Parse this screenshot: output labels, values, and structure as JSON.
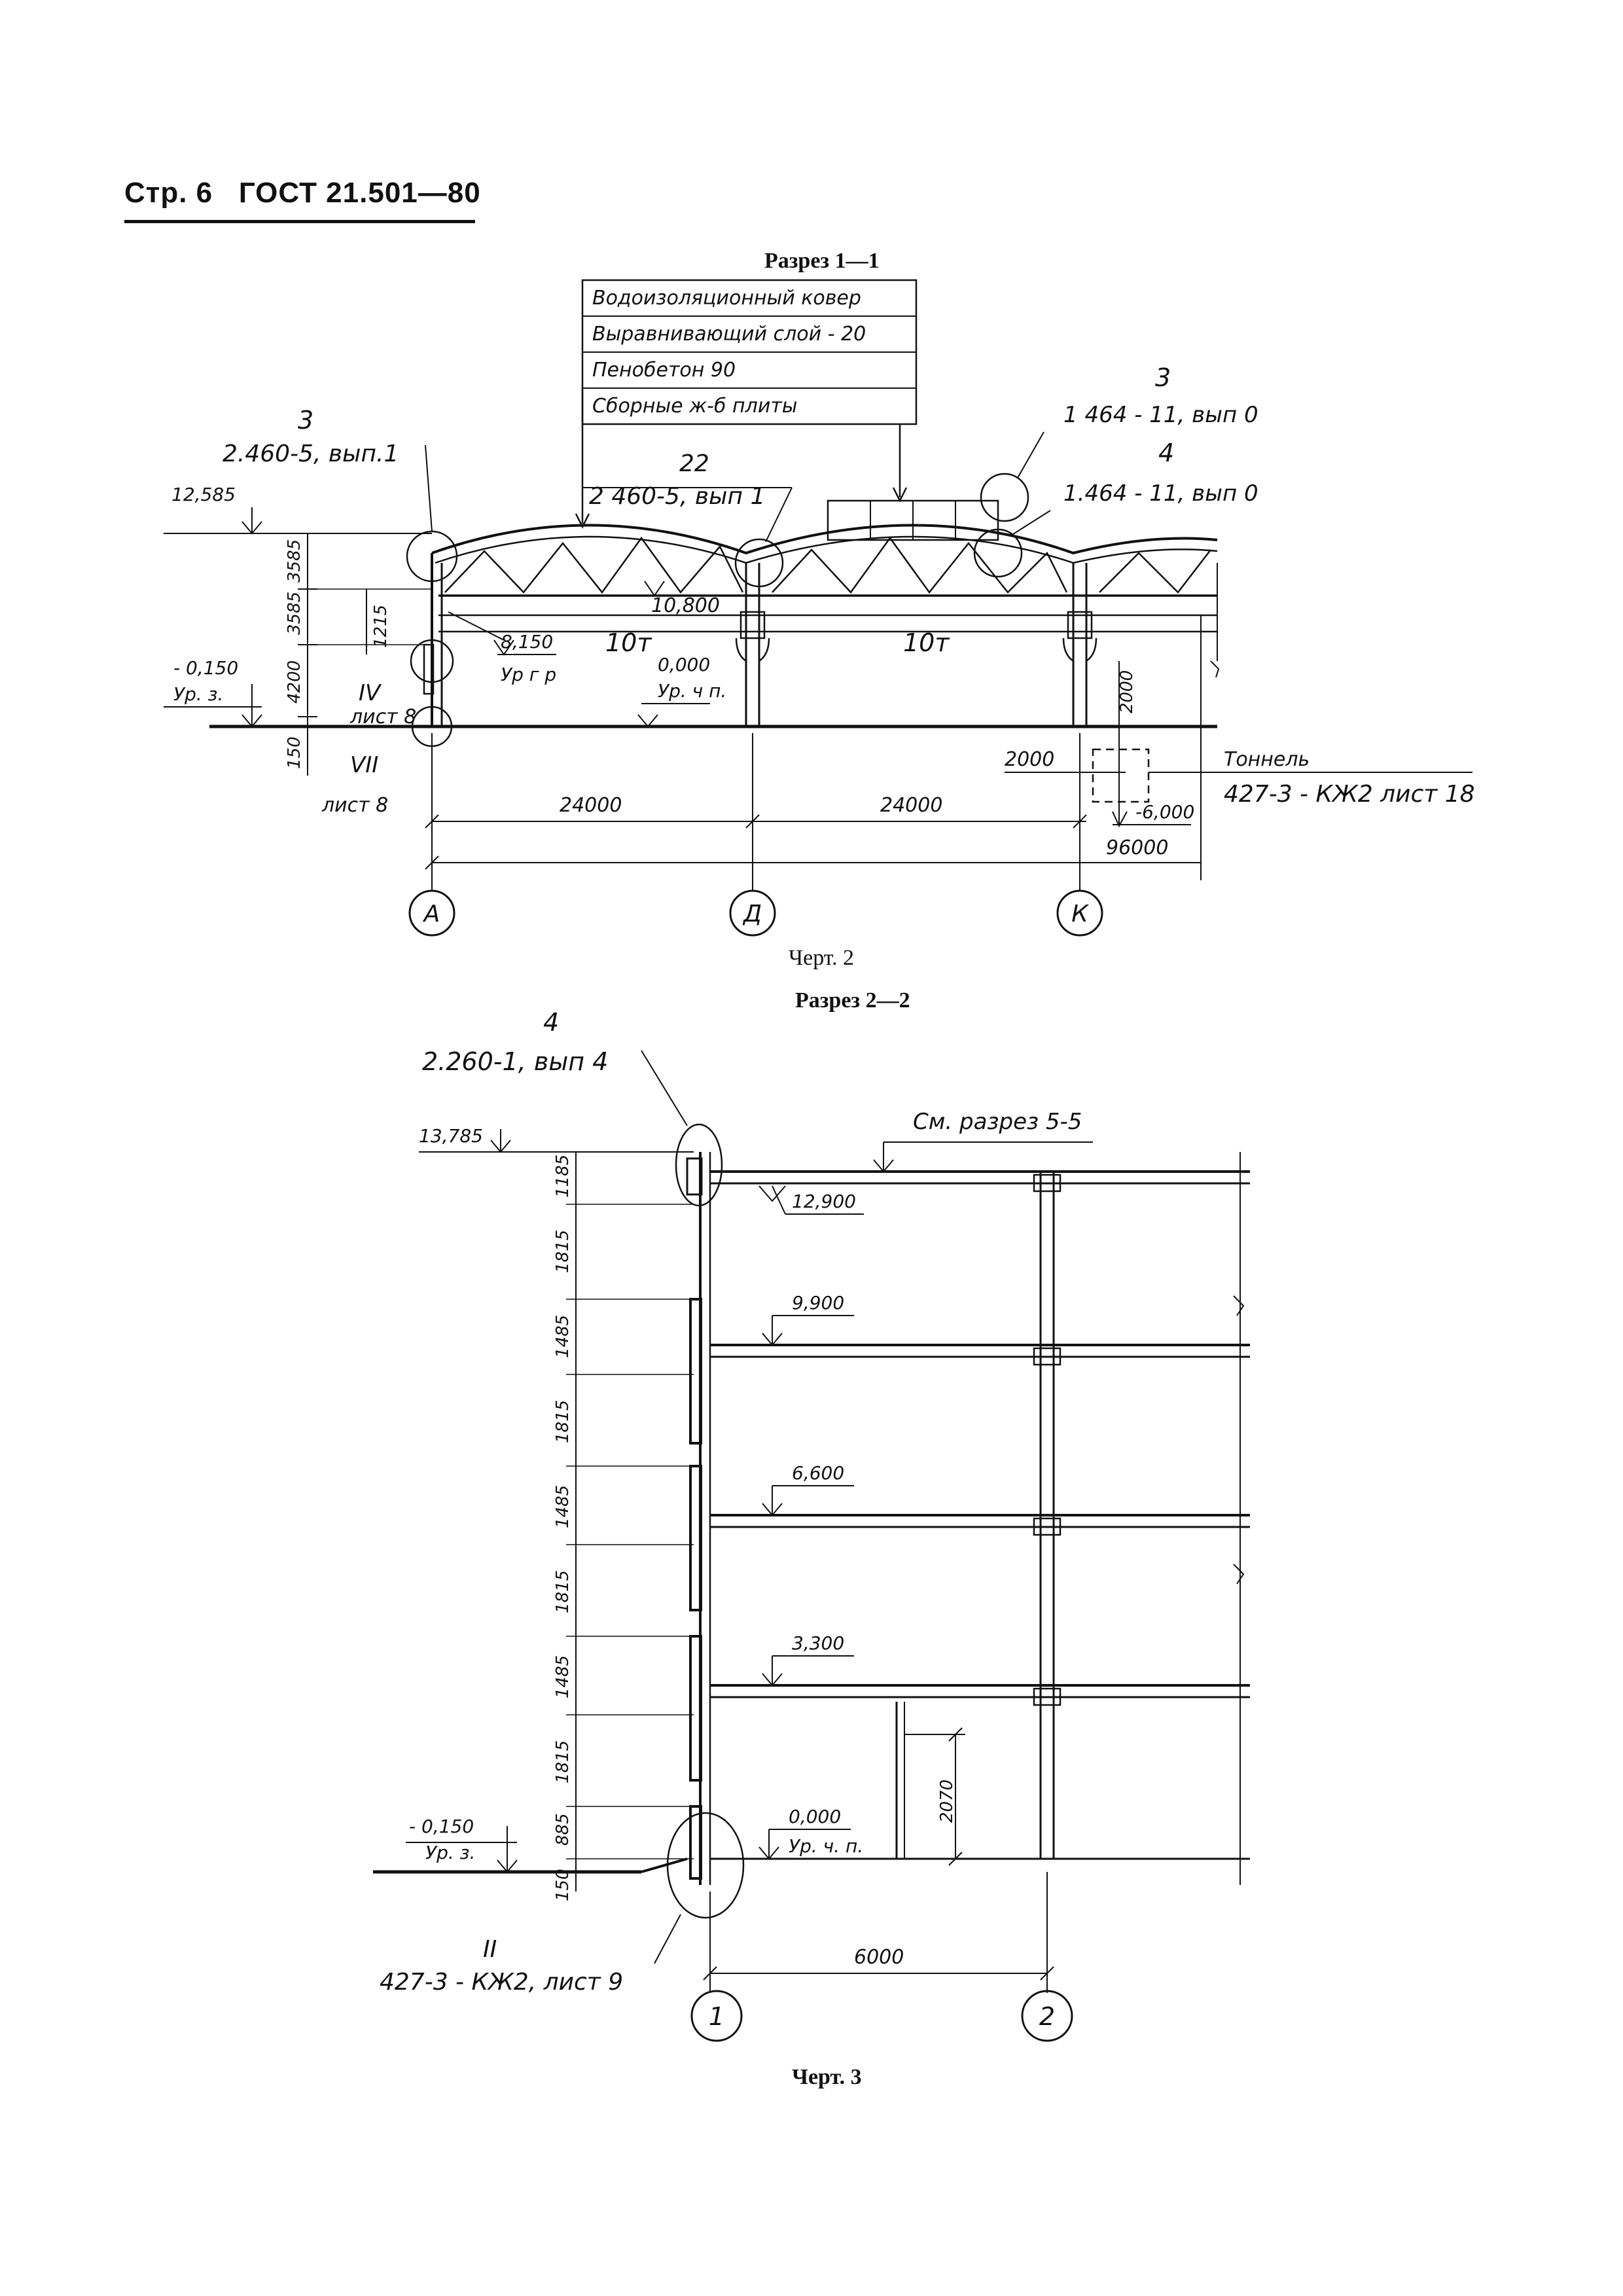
{
  "header": {
    "page": "Стр. 6",
    "standard": "ГОСТ 21.501—80"
  },
  "figure2": {
    "section_title": "Разрез 1—1",
    "caption": "Черт. 2",
    "roof_layers": [
      "Водоизоляционный ковер",
      "Выравнивающий слой - 20",
      "Пенобетон 90",
      "Сборные ж-б плиты"
    ],
    "callouts": {
      "c3_left_num": "3",
      "c3_left_ref": "2.460-5, вып.1",
      "c22_num": "22",
      "c22_ref": "2 460-5, вып 1",
      "c3_right_num": "3",
      "c3_right_ref": "1 464 - 11, вып 0",
      "c4_num": "4",
      "c4_ref": "1.464 - 11, вып 0"
    },
    "levels": {
      "roof": "12,585",
      "ground": "- 0,150",
      "ground_label": "Ур. з.",
      "crane_rail": "10,800",
      "crane": "8,150",
      "crane_label": "Ур г р",
      "floor": "0,000",
      "floor_label": "Ур. ч п.",
      "tunnel": "-6,000"
    },
    "dims_vertical": [
      "3585",
      "3585",
      "4200",
      "150",
      "1215",
      "2000"
    ],
    "dims_horizontal": [
      "24000",
      "24000",
      "96000",
      "2000"
    ],
    "cranes": [
      "10т",
      "10т"
    ],
    "nodes": {
      "iv_num": "IV",
      "iv_sheet": "лист 8",
      "vii_num": "VII",
      "vii_sheet": "лист 8"
    },
    "tunnel": {
      "label": "Тоннель",
      "ref": "427-3 - КЖ2 лист 18"
    },
    "axes": [
      "А",
      "Д",
      "К"
    ]
  },
  "figure3": {
    "section_title": "Разрез 2—2",
    "caption": "Черт. 3",
    "callout_top": {
      "num": "4",
      "ref": "2.260-1, вып 4"
    },
    "see_section": "См. разрез 5-5",
    "levels": {
      "top": "13,785",
      "l1": "12,900",
      "l2": "9,900",
      "l3": "6,600",
      "l4": "3,300",
      "floor": "0,000",
      "floor_label": "Ур. ч. п.",
      "ground": "- 0,150",
      "ground_label": "Ур. з."
    },
    "dims_vertical": [
      "1185",
      "1815",
      "1485",
      "1815",
      "1485",
      "1815",
      "1485",
      "1815",
      "885",
      "150"
    ],
    "dim_partition": "2070",
    "dim_span": "6000",
    "node": {
      "num": "II",
      "ref": "427-3 - КЖ2, лист 9"
    },
    "axes": [
      "1",
      "2"
    ]
  }
}
